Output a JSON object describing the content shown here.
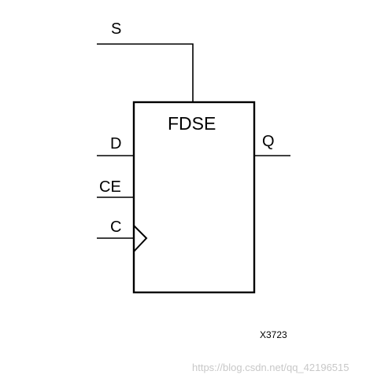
{
  "component": {
    "name": "FDSE",
    "pins": {
      "set": "S",
      "data": "D",
      "clock_enable": "CE",
      "clock": "C",
      "output": "Q"
    }
  },
  "figure_code": "X3723",
  "watermark": "https://blog.csdn.net/qq_42196515",
  "colors": {
    "line": "#000000",
    "background": "#ffffff",
    "watermark": "#c8c8c8"
  }
}
